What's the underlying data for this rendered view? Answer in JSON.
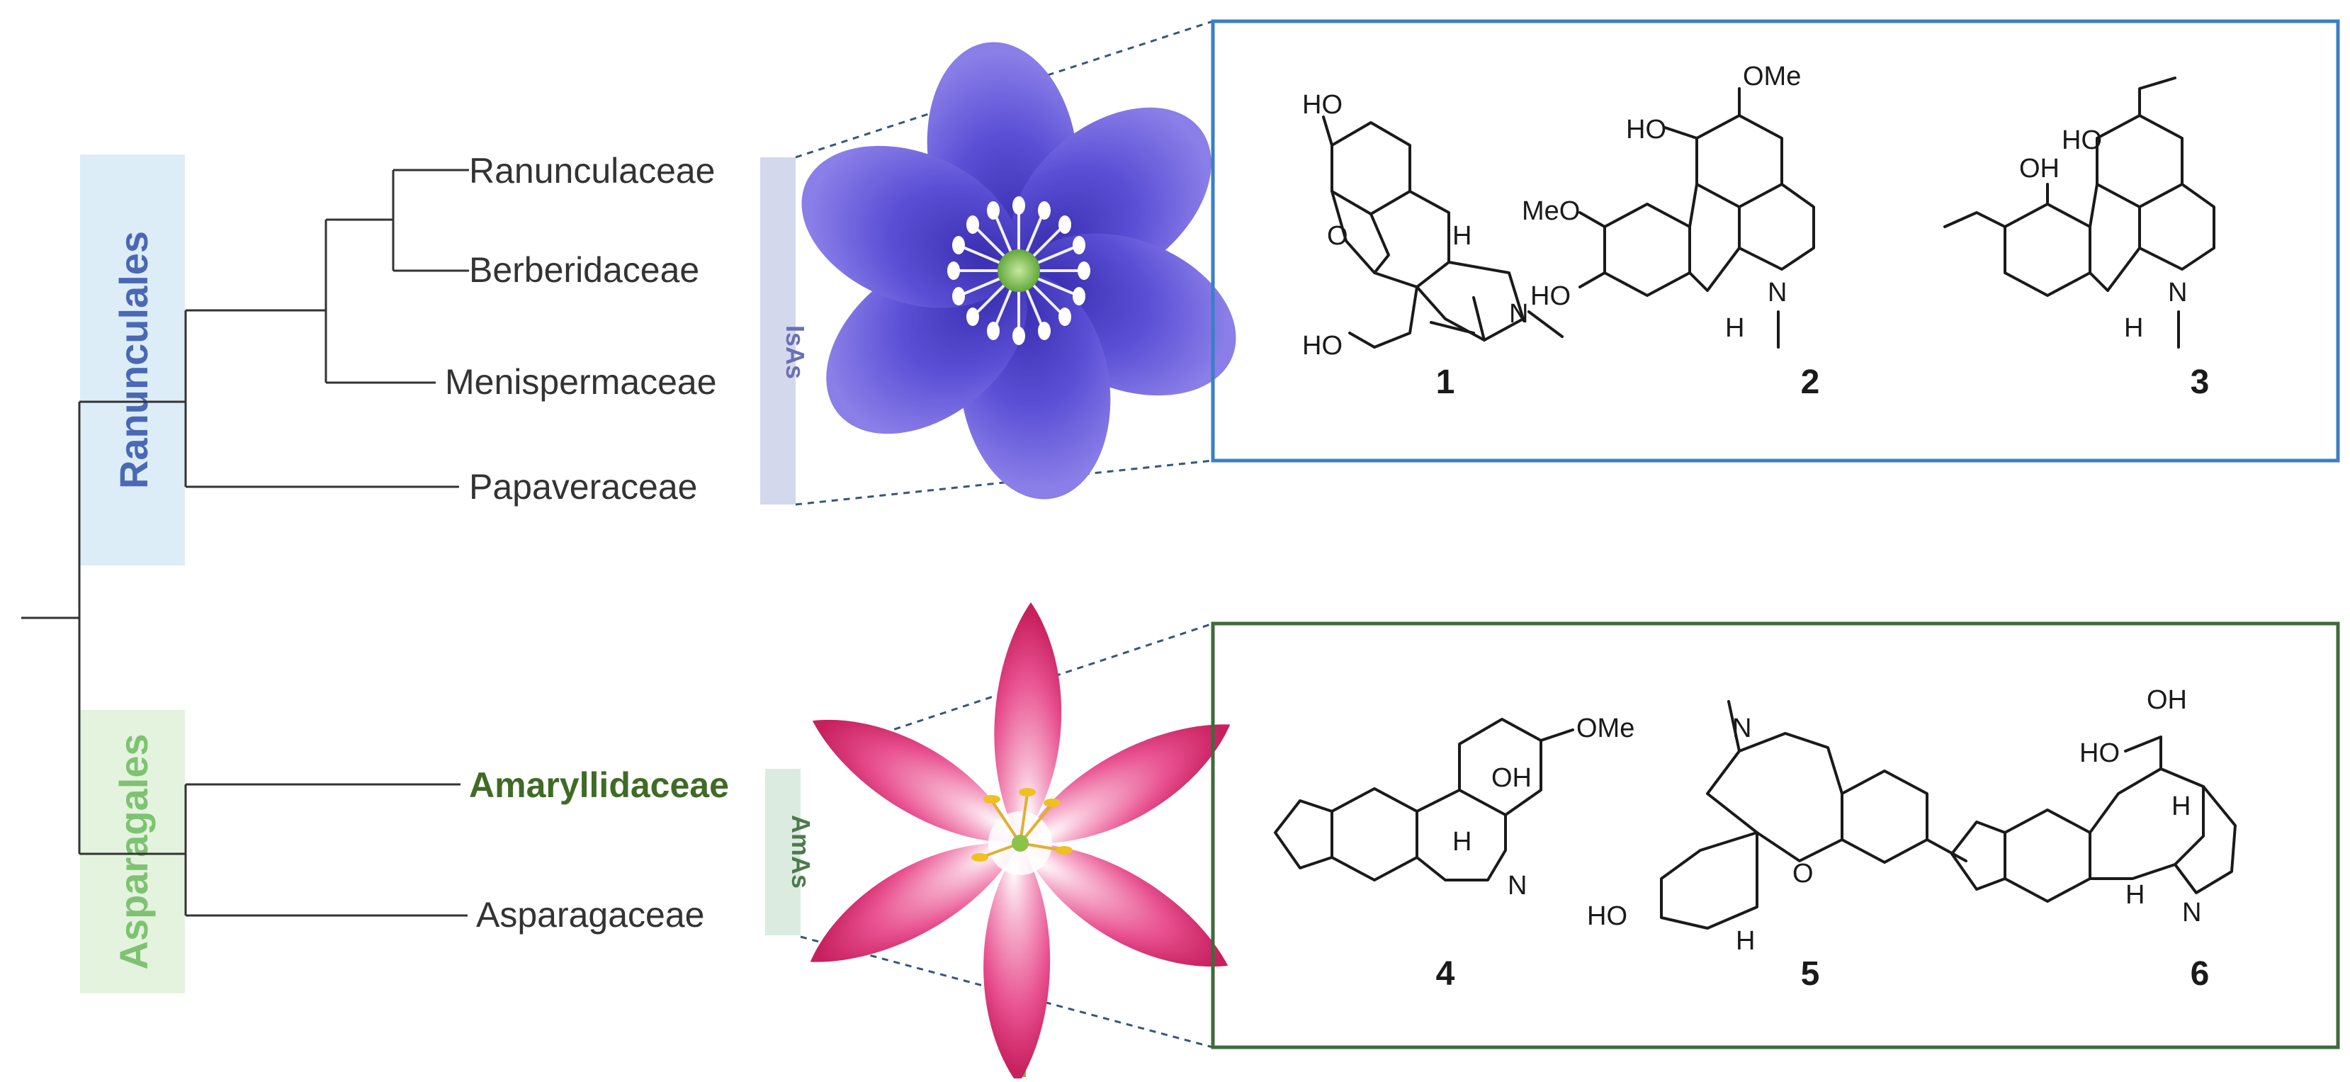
{
  "tree": {
    "orders": [
      {
        "id": "ranunculales",
        "label": "Ranunculales",
        "color": "#4a68b4",
        "bg": "#dcedf7"
      },
      {
        "id": "asparagales",
        "label": "Asparagales",
        "color": "#7ec272",
        "bg": "#e3f3dd"
      }
    ],
    "families": [
      {
        "label": "Ranunculaceae",
        "highlight": false
      },
      {
        "label": "Berberidaceae",
        "highlight": false
      },
      {
        "label": "Menispermaceae",
        "highlight": false
      },
      {
        "label": "Papaveraceae",
        "highlight": false
      },
      {
        "label": "Amaryllidaceae",
        "highlight": true
      },
      {
        "label": "Asparagaceae",
        "highlight": false
      }
    ]
  },
  "alkaloid_classes": [
    {
      "id": "isas",
      "label": "IsAs",
      "color": "#6a6fb8",
      "band_bg": "#d4d8ec",
      "box_border": "#3b7fc4",
      "flower_icon": "hepatica-flower-icon"
    },
    {
      "id": "amas",
      "label": "AmAs",
      "color": "#4d7a4d",
      "band_bg": "#dcebe0",
      "box_border": "#3f6b3a",
      "flower_icon": "pink-lily-flower-icon"
    }
  ],
  "compounds": [
    {
      "number": "1",
      "labels": [
        "HO",
        "O",
        "H",
        "N",
        "HO"
      ]
    },
    {
      "number": "2",
      "labels": [
        "OMe",
        "HO",
        "MeO",
        "HO",
        "N",
        "H"
      ]
    },
    {
      "number": "3",
      "labels": [
        "OH",
        "HO",
        "N",
        "H"
      ]
    },
    {
      "number": "4",
      "labels": [
        "OMe",
        "OH",
        "H",
        "N"
      ]
    },
    {
      "number": "5",
      "labels": [
        "N",
        "HO",
        "O",
        "H"
      ]
    },
    {
      "number": "6",
      "labels": [
        "OH",
        "HO",
        "H",
        "H",
        "N"
      ]
    }
  ]
}
